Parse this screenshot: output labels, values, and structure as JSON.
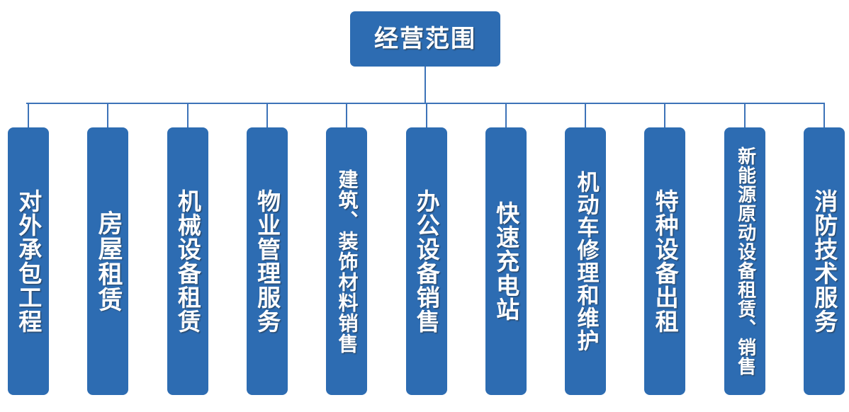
{
  "diagram": {
    "title": "经营范围",
    "type": "organizational-tree",
    "colors": {
      "node_fill": "#2D6CB2",
      "connector": "#3D73B8",
      "node_text": "#FFFFFF",
      "background": "#FFFFFF"
    },
    "root": {
      "label": "经营范围"
    },
    "children": [
      {
        "label": "对外承包工程",
        "chars": 6
      },
      {
        "label": "房屋租赁",
        "chars": 4
      },
      {
        "label": "机械设备租赁",
        "chars": 6
      },
      {
        "label": "物业管理服务",
        "chars": 6
      },
      {
        "label": "建筑、装饰材料销售",
        "chars": 9
      },
      {
        "label": "办公设备销售",
        "chars": 6
      },
      {
        "label": "快速充电站",
        "chars": 5
      },
      {
        "label": "机动车修理和维护",
        "chars": 8
      },
      {
        "label": "特种设备出租",
        "chars": 6
      },
      {
        "label": "新能源原动设备租赁、销售",
        "chars": 12
      },
      {
        "label": "消防技术服务",
        "chars": 6
      }
    ]
  }
}
